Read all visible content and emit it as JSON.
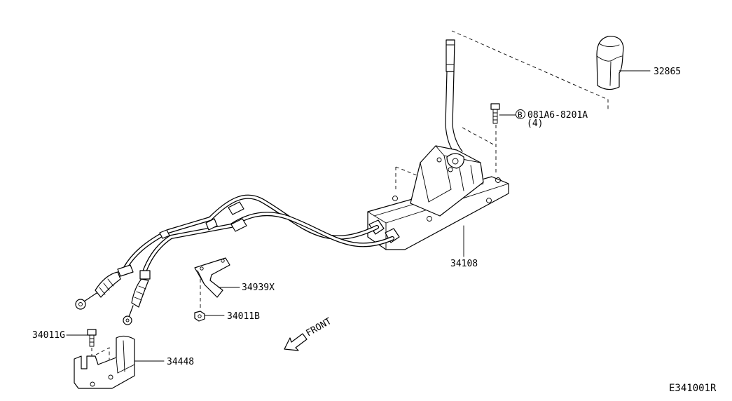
{
  "diagram": {
    "callouts": {
      "knob": "32865",
      "bolt": "081A6-8201A",
      "bolt_circle": "B",
      "bolt_qty": "(4)",
      "control_device": "34108",
      "bracket_upper": "34939X",
      "nut": "34011B",
      "bolt_lower": "34011G",
      "bracket_lower": "34448"
    },
    "front_label": "FRONT",
    "figure_code": "E341001R"
  }
}
